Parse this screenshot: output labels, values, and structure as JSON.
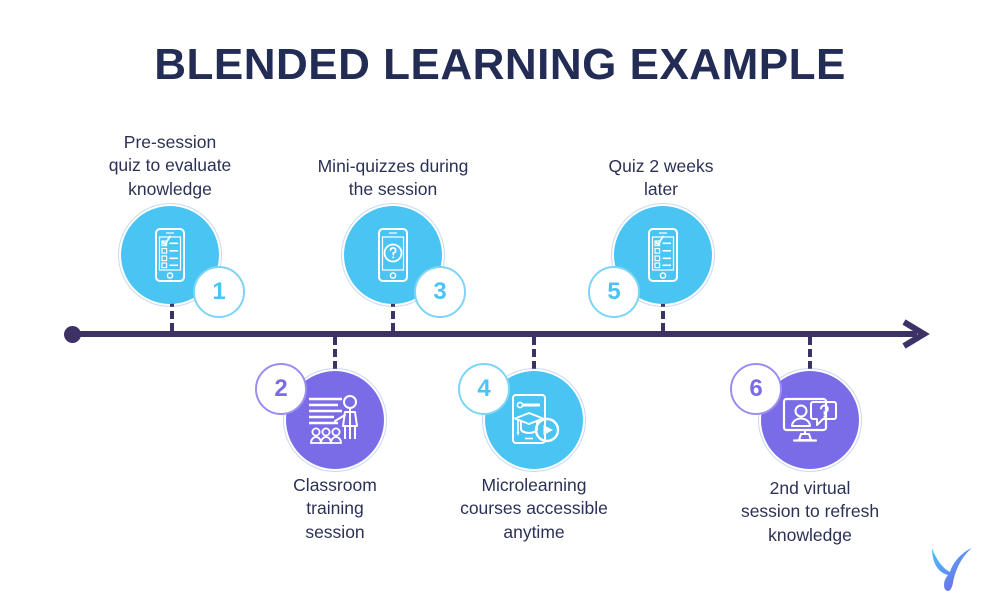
{
  "title": "BLENDED LEARNING EXAMPLE",
  "colors": {
    "cyan": "#4ac4f3",
    "purple": "#7a6ce6",
    "axis": "#3c3266",
    "text": "#2b3155",
    "title": "#232c55",
    "badge_bg": "#ffffff"
  },
  "timeline": {
    "start_marker": "start-dot",
    "end_marker": "arrow-head",
    "direction": "left-to-right"
  },
  "steps": [
    {
      "number": "1",
      "caption": "Pre-session\nquiz to evaluate\nknowledge",
      "caption_line1": "Pre-session",
      "caption_line2": "quiz to evaluate",
      "caption_line3": "knowledge",
      "color": "cyan",
      "position": "above",
      "badge_side": "right",
      "icon": "smartphone-checklist-icon"
    },
    {
      "number": "2",
      "caption_line1": "Classroom",
      "caption_line2": "training",
      "caption_line3": "session",
      "color": "purple",
      "position": "below",
      "badge_side": "left",
      "icon": "classroom-whiteboard-trainer-icon"
    },
    {
      "number": "3",
      "caption_line1": "Mini-quizzes during",
      "caption_line2": "the session",
      "caption_line3": "",
      "color": "cyan",
      "position": "above",
      "badge_side": "right",
      "icon": "smartphone-question-icon"
    },
    {
      "number": "4",
      "caption_line1": "Microlearning",
      "caption_line2": "courses accessible",
      "caption_line3": "anytime",
      "color": "cyan",
      "position": "below",
      "badge_side": "left",
      "icon": "smartphone-graduation-play-icon"
    },
    {
      "number": "5",
      "caption_line1": "Quiz 2 weeks",
      "caption_line2": "later",
      "caption_line3": "",
      "color": "cyan",
      "position": "above",
      "badge_side": "left",
      "icon": "smartphone-checklist-icon"
    },
    {
      "number": "6",
      "caption_line1": "2nd virtual",
      "caption_line2": "session to refresh",
      "caption_line3": "knowledge",
      "color": "purple",
      "position": "below",
      "badge_side": "left",
      "icon": "monitor-video-call-question-icon"
    }
  ],
  "logo": {
    "name": "y-brand-logo",
    "gradient_from": "#47c8f5",
    "gradient_to": "#7a53e8"
  }
}
